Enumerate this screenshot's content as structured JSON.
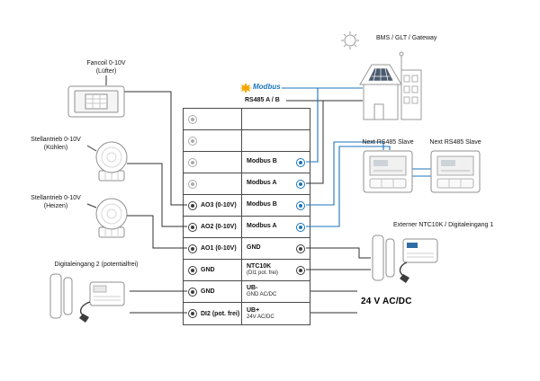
{
  "diagram": {
    "modbus_logo": "Modbus",
    "rs485_label": "RS485 A / B",
    "bms_label": "BMS / GLT / Gateway",
    "slave1_label": "Next RS485 Slave",
    "slave2_label": "Next RS485 Slave",
    "ntc_di1_label": "Externer NTC10K / Digitaleingang 1",
    "psu_label": "24 V AC/DC",
    "devices": {
      "fancoil": {
        "line1": "Fancoil 0-10V",
        "line2": "(Lüfter)"
      },
      "valve_cool": {
        "line1": "Stellantrieb 0-10V",
        "line2": "(Kühlen)"
      },
      "valve_heat": {
        "line1": "Stellantrieb 0-10V",
        "line2": "(Heizen)"
      },
      "digital_in2": {
        "line1": "Digitaleingang 2 (potentialfrei)"
      }
    },
    "terminals": {
      "left": [
        {
          "label": ""
        },
        {
          "label": ""
        },
        {
          "label": ""
        },
        {
          "label": ""
        },
        {
          "label": "AO3 (0-10V)"
        },
        {
          "label": "AO2 (0-10V)"
        },
        {
          "label": "AO1 (0-10V)"
        },
        {
          "label": "GND"
        },
        {
          "label": "GND"
        },
        {
          "label": "DI2 (pot. frei)"
        }
      ],
      "right": [
        {
          "line1": "",
          "line2": ""
        },
        {
          "line1": "",
          "line2": ""
        },
        {
          "line1": "Modbus B",
          "line2": ""
        },
        {
          "line1": "Modbus A",
          "line2": ""
        },
        {
          "line1": "Modbus B",
          "line2": ""
        },
        {
          "line1": "Modbus A",
          "line2": ""
        },
        {
          "line1": "GND",
          "line2": ""
        },
        {
          "line1": "NTC10K",
          "line2": "(DI1 pot. frei)"
        },
        {
          "line1": "UB-",
          "line2": "GND AC/DC"
        },
        {
          "line1": "UB+",
          "line2": "24V AC/DC"
        }
      ]
    },
    "colors": {
      "wire": "#2f2f2f",
      "modbus_blue": "#1b75bc",
      "logo_orange": "#f7a600",
      "device_stroke": "#8f8f8f"
    }
  }
}
